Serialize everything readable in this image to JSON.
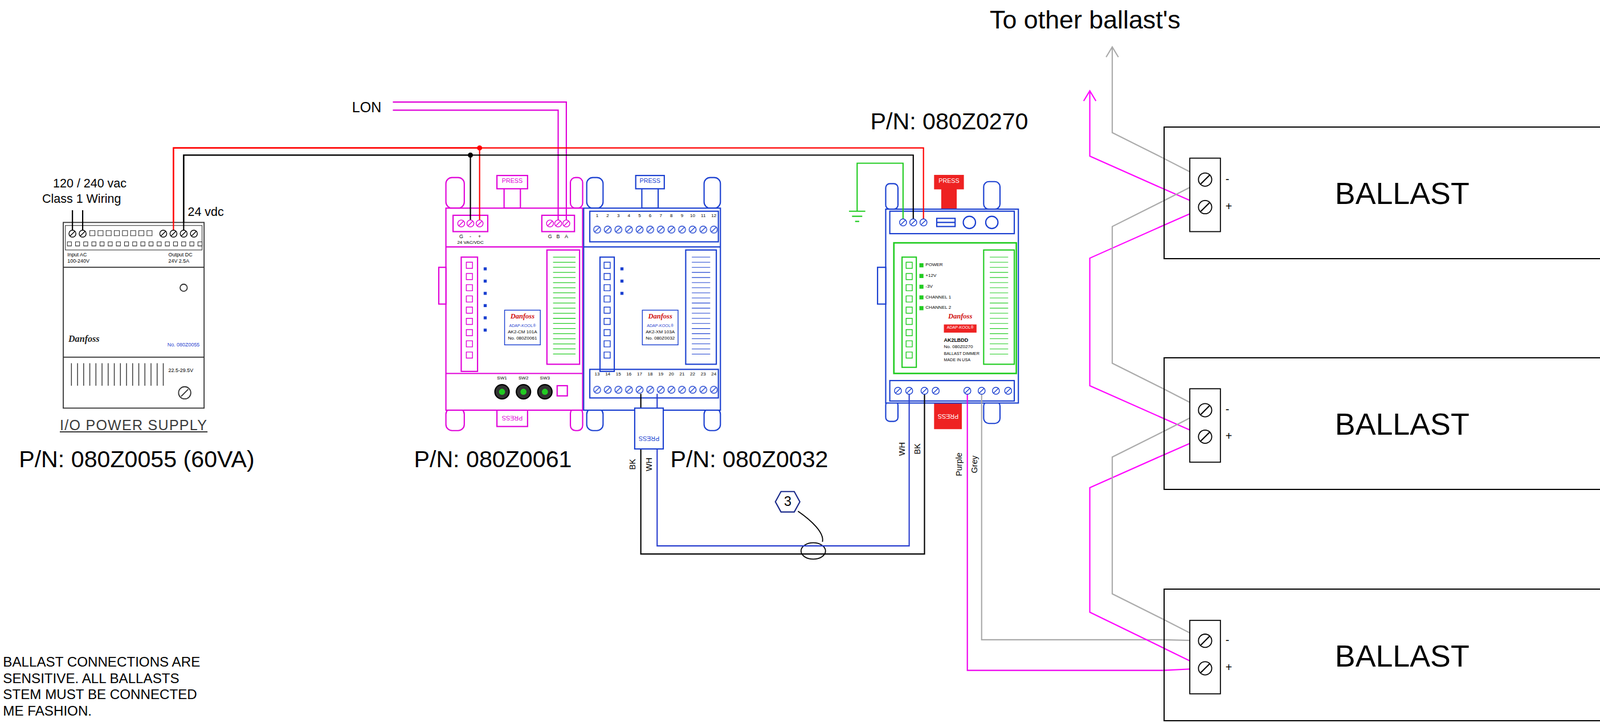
{
  "diagram": {
    "nodes": [
      {
        "text": [
          "I/O POWER SUPPLY",
          "P/N: 080Z0055 (60VA)"
        ]
      },
      {
        "text": [
          "P/N: 080Z0061"
        ]
      },
      {
        "text": [
          "P/N: 080Z0032"
        ]
      },
      {
        "text": [
          "P/N: 080Z0270"
        ]
      },
      {
        "text": [
          "BALLAST"
        ]
      },
      {
        "text": [
          "BALLAST"
        ]
      },
      {
        "text": [
          "BALLAST"
        ]
      },
      {
        "text": [
          "3"
        ]
      }
    ],
    "edges": [
      {
        "from": 0,
        "to": 1,
        "arrow": "none"
      },
      {
        "from": 0,
        "to": 3,
        "arrow": "none"
      },
      {
        "from": 2,
        "to": 3,
        "arrow": "none"
      },
      {
        "from": 3,
        "to": 6,
        "arrow": "none"
      },
      {
        "from": 6,
        "to": 5,
        "arrow": "none"
      },
      {
        "from": 5,
        "to": 4,
        "arrow": "none"
      }
    ],
    "labels": [
      "To other ballast's",
      "LON",
      "120 / 240 vac",
      "Class 1 Wiring",
      "24 vdc",
      "Input AC 100-240V",
      "Output DC 24V 2.5A",
      "Danfoss",
      "No. 080Z0055",
      "22.5-29.5V",
      "PRESS",
      "G",
      "-",
      "+",
      "24 VAC/VDC",
      "G",
      "B",
      "A",
      "Danfoss",
      "ADAP-KOOL®",
      "AK2-CM 101A",
      "No. 080Z0061",
      "SW1",
      "SW2",
      "SW3",
      "PRESS",
      "PRESS",
      "1",
      "2",
      "3",
      "4",
      "5",
      "6",
      "7",
      "8",
      "9",
      "10",
      "11",
      "12",
      "Danfoss",
      "ADAP-KOOL®",
      "AK2-XM 103A",
      "No. 080Z0032",
      "13",
      "14",
      "15",
      "16",
      "17",
      "18",
      "19",
      "20",
      "21",
      "22",
      "23",
      "24",
      "PRESS",
      "BK",
      "WH",
      "PRESS",
      "POWER",
      "+12V",
      "-3V",
      "CHANNEL 1",
      "CHANNEL 2",
      "Danfoss",
      "ADAP-KOOL®",
      "AK2LBDD",
      "No. 080Z0270",
      "BALLAST DIMMER",
      "MADE IN USA",
      "PRESS",
      "WH",
      "BK",
      "Purple",
      "Grey",
      "-",
      "+",
      "-",
      "+",
      "-",
      "+",
      "BALLAST CONNECTIONS ARE SENSITIVE. ALL BALLASTS STEM MUST BE CONNECTED ME FASHION."
    ]
  }
}
